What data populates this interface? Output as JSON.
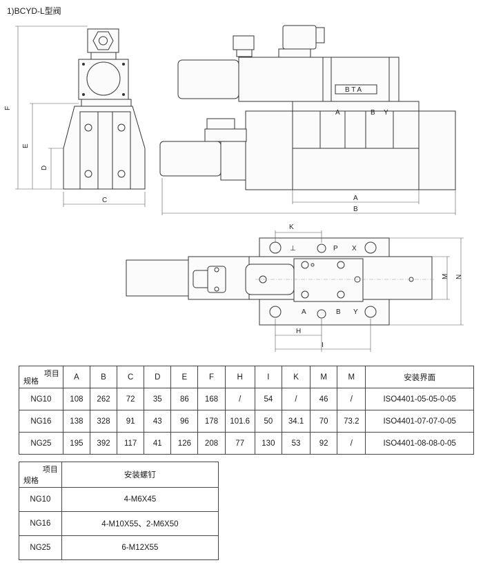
{
  "title": "1)BCYD-L型阀",
  "drawing": {
    "side_dims": [
      "F",
      "E",
      "D",
      "C"
    ],
    "front_dims": [
      "A",
      "B"
    ],
    "front_ports": [
      "A",
      "B",
      "Y"
    ],
    "brand": "B T A",
    "top_dims": [
      "K",
      "H",
      "I",
      "M",
      "N"
    ],
    "top_ports_upper": [
      "⊥",
      "P",
      "X"
    ],
    "top_ports_lower": [
      "A",
      "B",
      "Y"
    ]
  },
  "table1": {
    "corner_top": "项目",
    "corner_bottom": "规格",
    "headers": [
      "A",
      "B",
      "C",
      "D",
      "E",
      "F",
      "H",
      "I",
      "K",
      "M",
      "M",
      "安装界面"
    ],
    "rows": [
      [
        "NG10",
        "108",
        "262",
        "72",
        "35",
        "86",
        "168",
        "/",
        "54",
        "/",
        "46",
        "/",
        "ISO4401-05-05-0-05"
      ],
      [
        "NG16",
        "138",
        "328",
        "91",
        "43",
        "96",
        "178",
        "101.6",
        "50",
        "34.1",
        "70",
        "73.2",
        "ISO4401-07-07-0-05"
      ],
      [
        "NG25",
        "195",
        "392",
        "117",
        "41",
        "126",
        "208",
        "77",
        "130",
        "53",
        "92",
        "/",
        "ISO4401-08-08-0-05"
      ]
    ]
  },
  "table2": {
    "corner_top": "项目",
    "corner_bottom": "规格",
    "header": "安装螺钉",
    "rows": [
      [
        "NG10",
        "4-M6X45"
      ],
      [
        "NG16",
        "4-M10X55、2-M6X50"
      ],
      [
        "NG25",
        "6-M12X55"
      ]
    ]
  }
}
